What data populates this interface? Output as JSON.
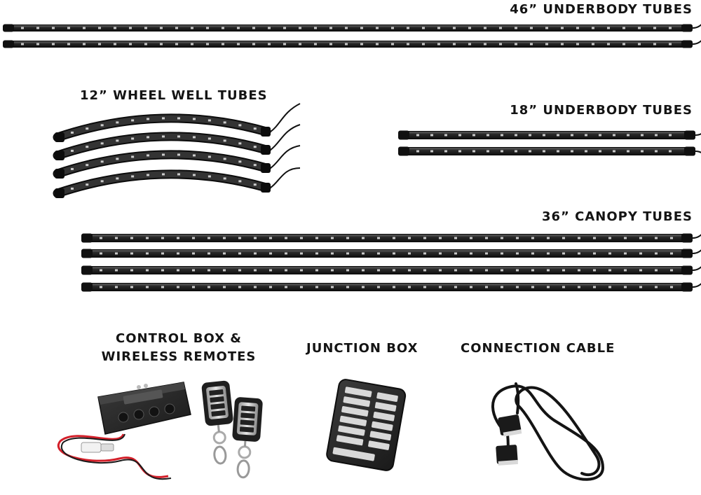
{
  "labels": {
    "underbody_46": "46” UNDERBODY TUBES",
    "wheel_well_12": "12” WHEEL WELL TUBES",
    "underbody_18": "18” UNDERBODY TUBES",
    "canopy_36": "36” CANOPY TUBES",
    "control_box_line1": "CONTROL BOX &",
    "control_box_line2": "WIRELESS REMOTES",
    "junction_box": "JUNCTION BOX",
    "connection_cable": "CONNECTION CABLE"
  },
  "colors": {
    "tube_body": "#1b1b1b",
    "tube_highlight": "#4a4a4a",
    "led": "#e8e8e8",
    "box": "#2a2a2a",
    "wire_red": "#d3202a",
    "text": "#141414"
  }
}
